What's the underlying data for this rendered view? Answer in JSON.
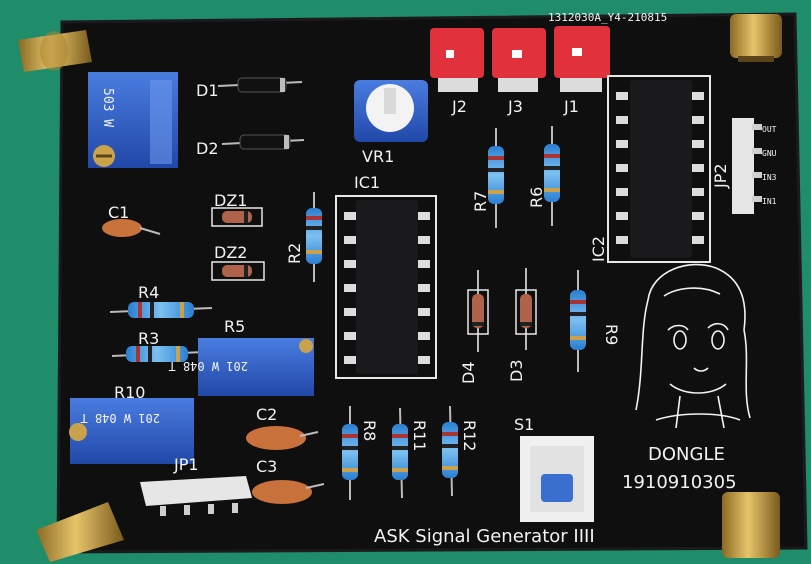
{
  "board": {
    "top_code": "1312030A_Y4-210815",
    "title": "ASK Signal Generator IIII",
    "author_name": "DONGLE",
    "author_id": "1910910305"
  },
  "labels": {
    "d1": "D1",
    "d2": "D2",
    "c1": "C1",
    "dz1": "DZ1",
    "dz2": "DZ2",
    "r2": "R2",
    "r3": "R3",
    "r4": "R4",
    "r5": "R5",
    "r6": "R6",
    "r7": "R7",
    "r8": "R8",
    "r9": "R9",
    "r10": "R10",
    "r11": "R11",
    "r12": "R12",
    "vr1": "VR1",
    "ic1": "IC1",
    "ic2": "IC2",
    "j1": "J1",
    "j2": "J2",
    "j3": "J3",
    "jp1": "JP1",
    "jp2": "JP2",
    "d3": "D3",
    "d4": "D4",
    "c2": "C2",
    "c3": "C3",
    "s1": "S1"
  },
  "pot_markings": {
    "top_left": "503 W",
    "r5": "201 W 048 T",
    "r10": "201 W 048 T"
  },
  "jp2_pins": [
    "OUT",
    "GNU",
    "IN3",
    "IN1"
  ],
  "colors": {
    "background": "#1f8c6a",
    "pcb": "#0f0f10",
    "silkscreen": "#f2f2f2",
    "trimpot_blue": "#2f5fc4",
    "jumper_red": "#e0313c",
    "standoff_brass": "#c9a24b"
  }
}
